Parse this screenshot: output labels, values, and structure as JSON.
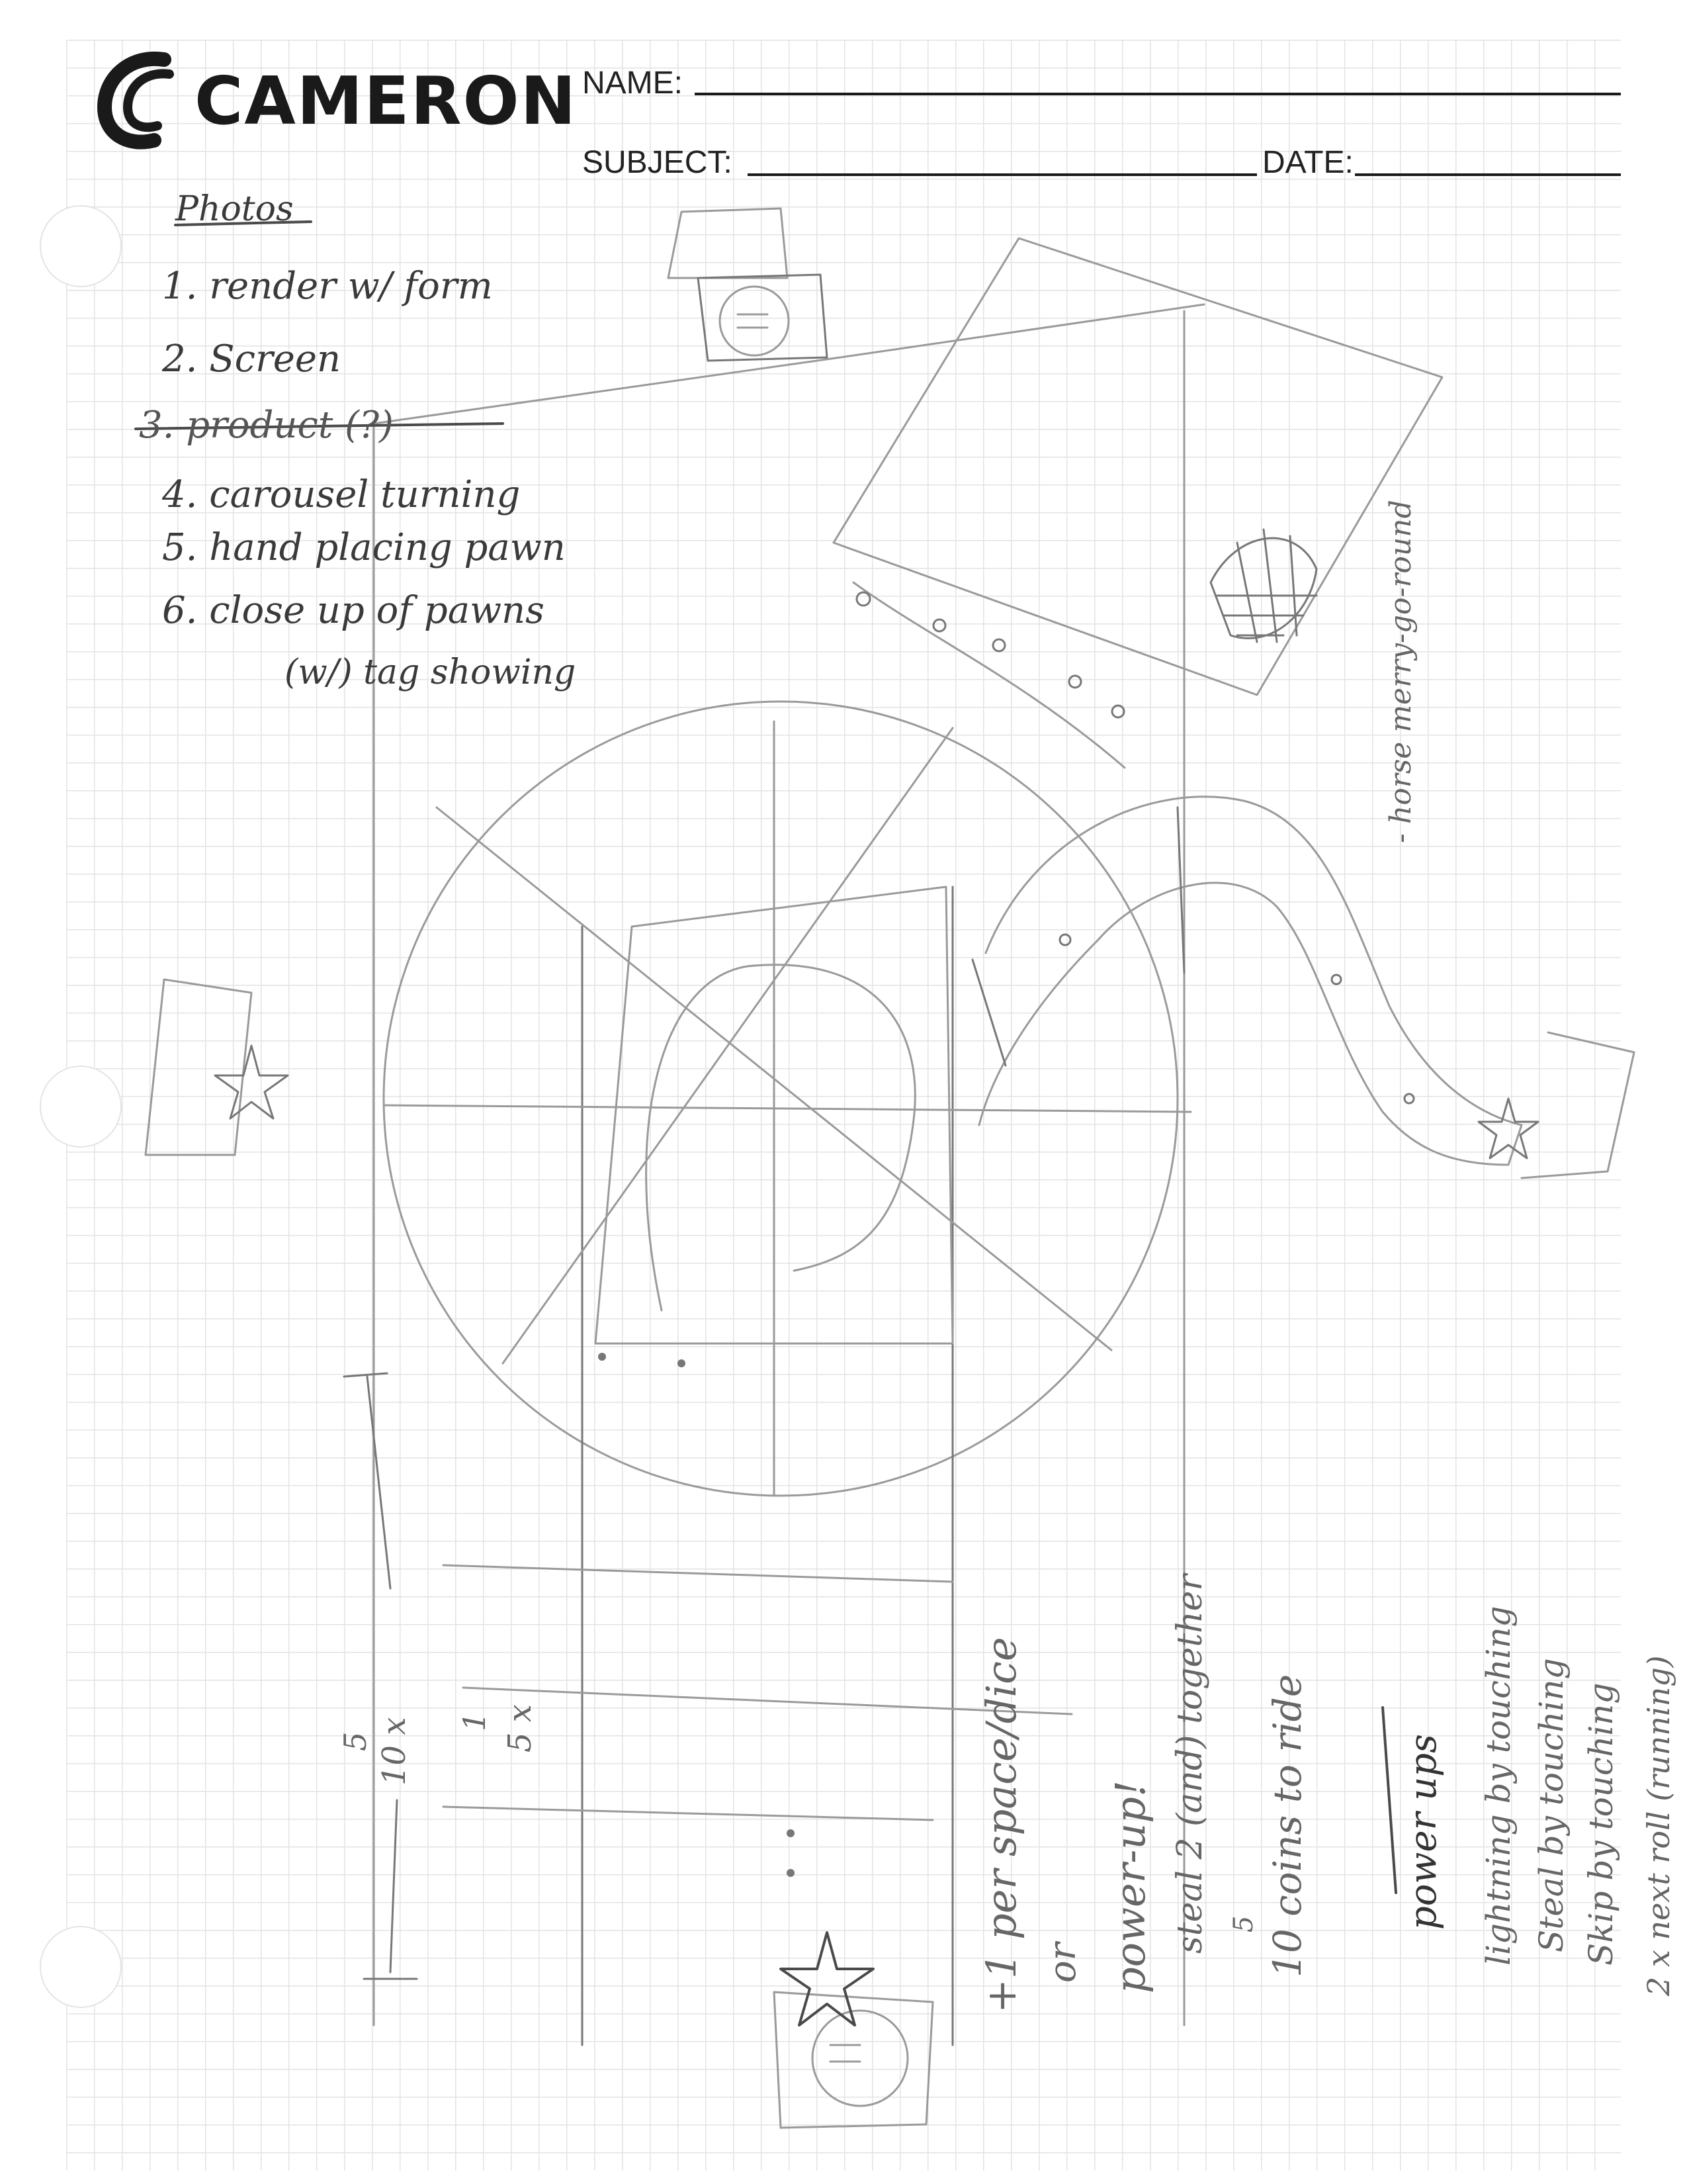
{
  "header": {
    "brand": "CAMERON",
    "name_label": "NAME:",
    "subject_label": "SUBJECT:",
    "date_label": "DATE:"
  },
  "notes": {
    "title": "Photos",
    "items": [
      "1. render w/ form",
      "2. Screen",
      "3. product (?)",
      "4. carousel turning",
      "5. hand placing pawn",
      "6. close up of pawns",
      "(w/) tag showing"
    ]
  },
  "annotations": {
    "horse": "- horse merry-go-round",
    "multiplier_a_top": "5",
    "multiplier_a": "10 x",
    "multiplier_b_top": "1",
    "multiplier_b": "5 x",
    "rule_1": "+1 per space/dice",
    "rule_2": "or",
    "rule_3": "power-up!",
    "rule_4": "steal 2 (and) together",
    "rule_5_top": "5",
    "rule_5": "10 coins to ride",
    "powerups_title": "power ups",
    "powerup_1": "lightning by touching",
    "powerup_2": "Steal by touching",
    "powerup_3": "Skip by touching",
    "powerup_4": "2 x next roll (running)"
  },
  "icons": [
    "cameron-logo-icon",
    "star-icon",
    "face-icon"
  ]
}
